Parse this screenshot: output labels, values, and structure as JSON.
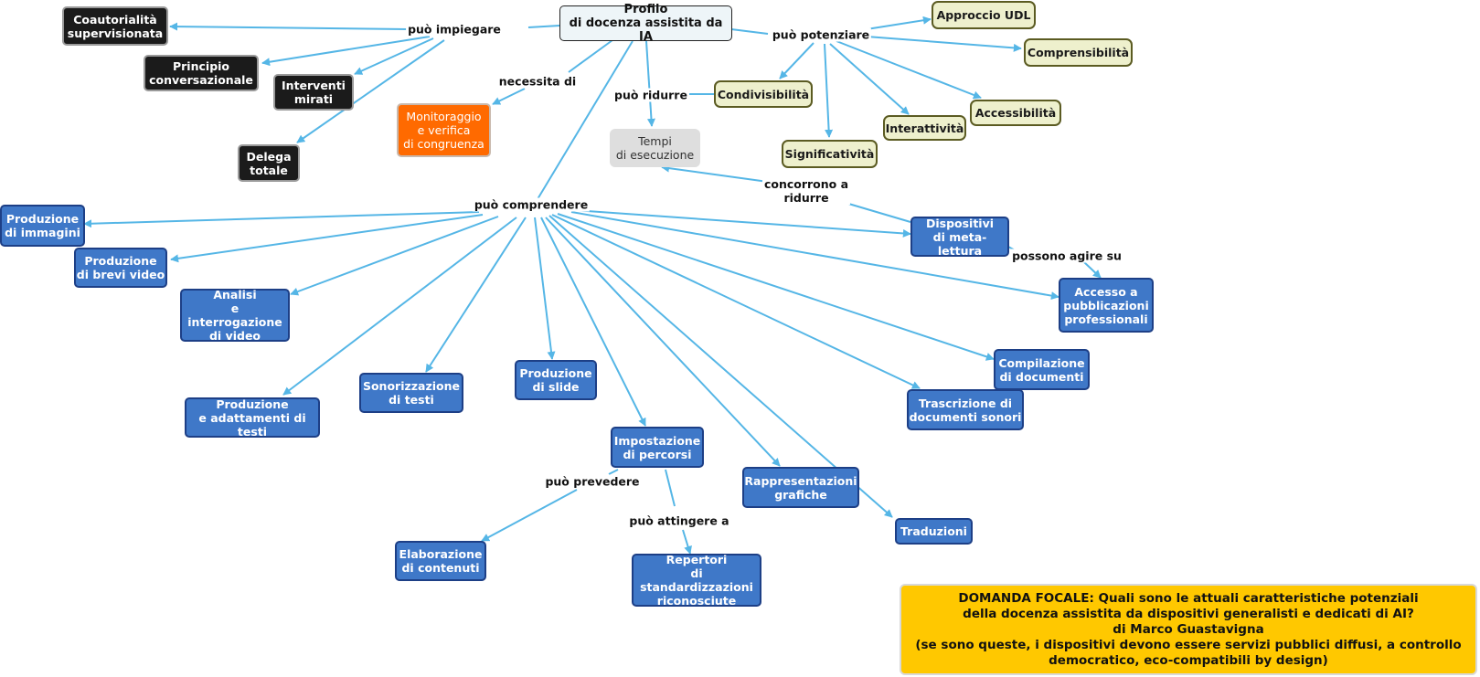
{
  "nodes": {
    "root": "Profilo\ndi docenza assistita da IA",
    "coautorialita": "Coautorialità\nsupervisionata",
    "principio": "Principio\nconversazionale",
    "interventi": "Interventi\nmirati",
    "delega": "Delega\ntotale",
    "monitoraggio": "Monitoraggio\ne verifica\ndi congruenza",
    "tempi": "Tempi\ndi esecuzione",
    "condivisibilita": "Condivisibilità",
    "approccio_udl": "Approccio UDL",
    "comprensibilita": "Comprensibilità",
    "accessibilita": "Accessibilità",
    "interattivita": "Interattività",
    "significativita": "Significatività",
    "produzione_immagini": "Produzione\ndi immagini",
    "produzione_video": "Produzione\ndi brevi video",
    "analisi_video": "Analisi\ne interrogazione\ndi video",
    "sonorizzazione": "Sonorizzazione\ndi testi",
    "produzione_slide": "Produzione\ndi slide",
    "produzione_testi": "Produzione\ne adattamenti di testi",
    "impostazione": "Impostazione\ndi percorsi",
    "elaborazione": "Elaborazione\ndi contenuti",
    "repertori": "Repertori\ndi standardizzazioni\nriconosciute",
    "rappresentazioni": "Rappresentazioni\ngrafiche",
    "traduzioni": "Traduzioni",
    "trascrizione": "Trascrizione di\ndocumenti sonori",
    "compilazione": "Compilazione\ndi documenti",
    "accesso": "Accesso a\npubblicazioni\nprofessionali",
    "meta_lettura": "Dispositivi\ndi meta-lettura"
  },
  "labels": {
    "puo_impiegare": "può impiegare",
    "necessita_di": "necessita di",
    "puo_ridurre": "può ridurre",
    "puo_potenziare": "può potenziare",
    "puo_comprendere": "può comprendere",
    "concorrono": "concorrono a\nridurre",
    "possono_agire": "possono agire su",
    "puo_prevedere": "può prevedere",
    "puo_attingere": "può attingere a"
  },
  "focal": "DOMANDA FOCALE: Quali sono le attuali caratteristiche potenziali\ndella docenza assistita da dispositivi generalisti e dedicati di AI?\ndi Marco Guastavigna\n(se sono queste, i dispositivi devono essere servizi pubblici diffusi, a controllo\ndemocratico, eco-compatibili by design)",
  "colors": {
    "link": "#55b6e6",
    "blue_node": "#3f78c8",
    "black_node": "#1b1b1b",
    "cream_node": "#eef0cd",
    "orange_node": "#ff6a00",
    "grey_node": "#dedede",
    "focal": "#ffc800"
  }
}
